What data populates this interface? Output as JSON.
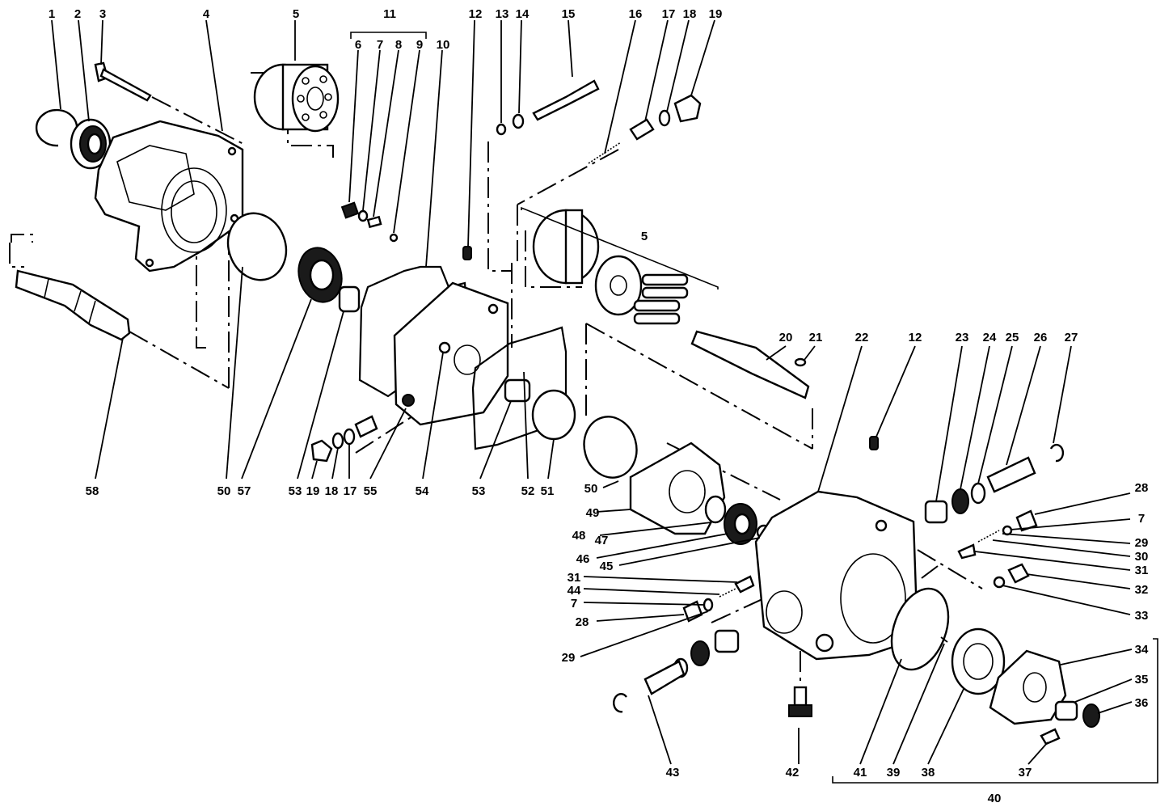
{
  "diagram": {
    "group_labels": {
      "ring_set": "11",
      "cylinder_block": "5",
      "charge_pump": "40"
    }
  },
  "labels": {
    "l1": "1",
    "l2": "2",
    "l3": "3",
    "l4": "4",
    "l5a": "5",
    "l6": "6",
    "l7a": "7",
    "l8": "8",
    "l9": "9",
    "l10": "10",
    "l11": "11",
    "l12a": "12",
    "l13": "13",
    "l14": "14",
    "l15": "15",
    "l16": "16",
    "l17a": "17",
    "l18a": "18",
    "l19a": "19",
    "l58": "58",
    "l50a": "50",
    "l57": "57",
    "l53a": "53",
    "l19b": "19",
    "l18b": "18",
    "l17b": "17",
    "l55": "55",
    "l54": "54",
    "l53b": "53",
    "l52": "52",
    "l51": "51",
    "l5b": "5",
    "l20": "20",
    "l21": "21",
    "l22": "22",
    "l12b": "12",
    "l23": "23",
    "l24": "24",
    "l25": "25",
    "l26": "26",
    "l27": "27",
    "l28a": "28",
    "l7b": "7",
    "l29a": "29",
    "l30": "30",
    "l31a": "31",
    "l32": "32",
    "l33": "33",
    "l34": "34",
    "l35": "35",
    "l36": "36",
    "l37": "37",
    "l38": "38",
    "l39": "39",
    "l40": "40",
    "l41": "41",
    "l42": "42",
    "l43": "43",
    "l50b": "50",
    "l49": "49",
    "l48": "48",
    "l47": "47",
    "l46": "46",
    "l45": "45",
    "l31b": "31",
    "l44": "44",
    "l7c": "7",
    "l28b": "28",
    "l29b": "29"
  }
}
